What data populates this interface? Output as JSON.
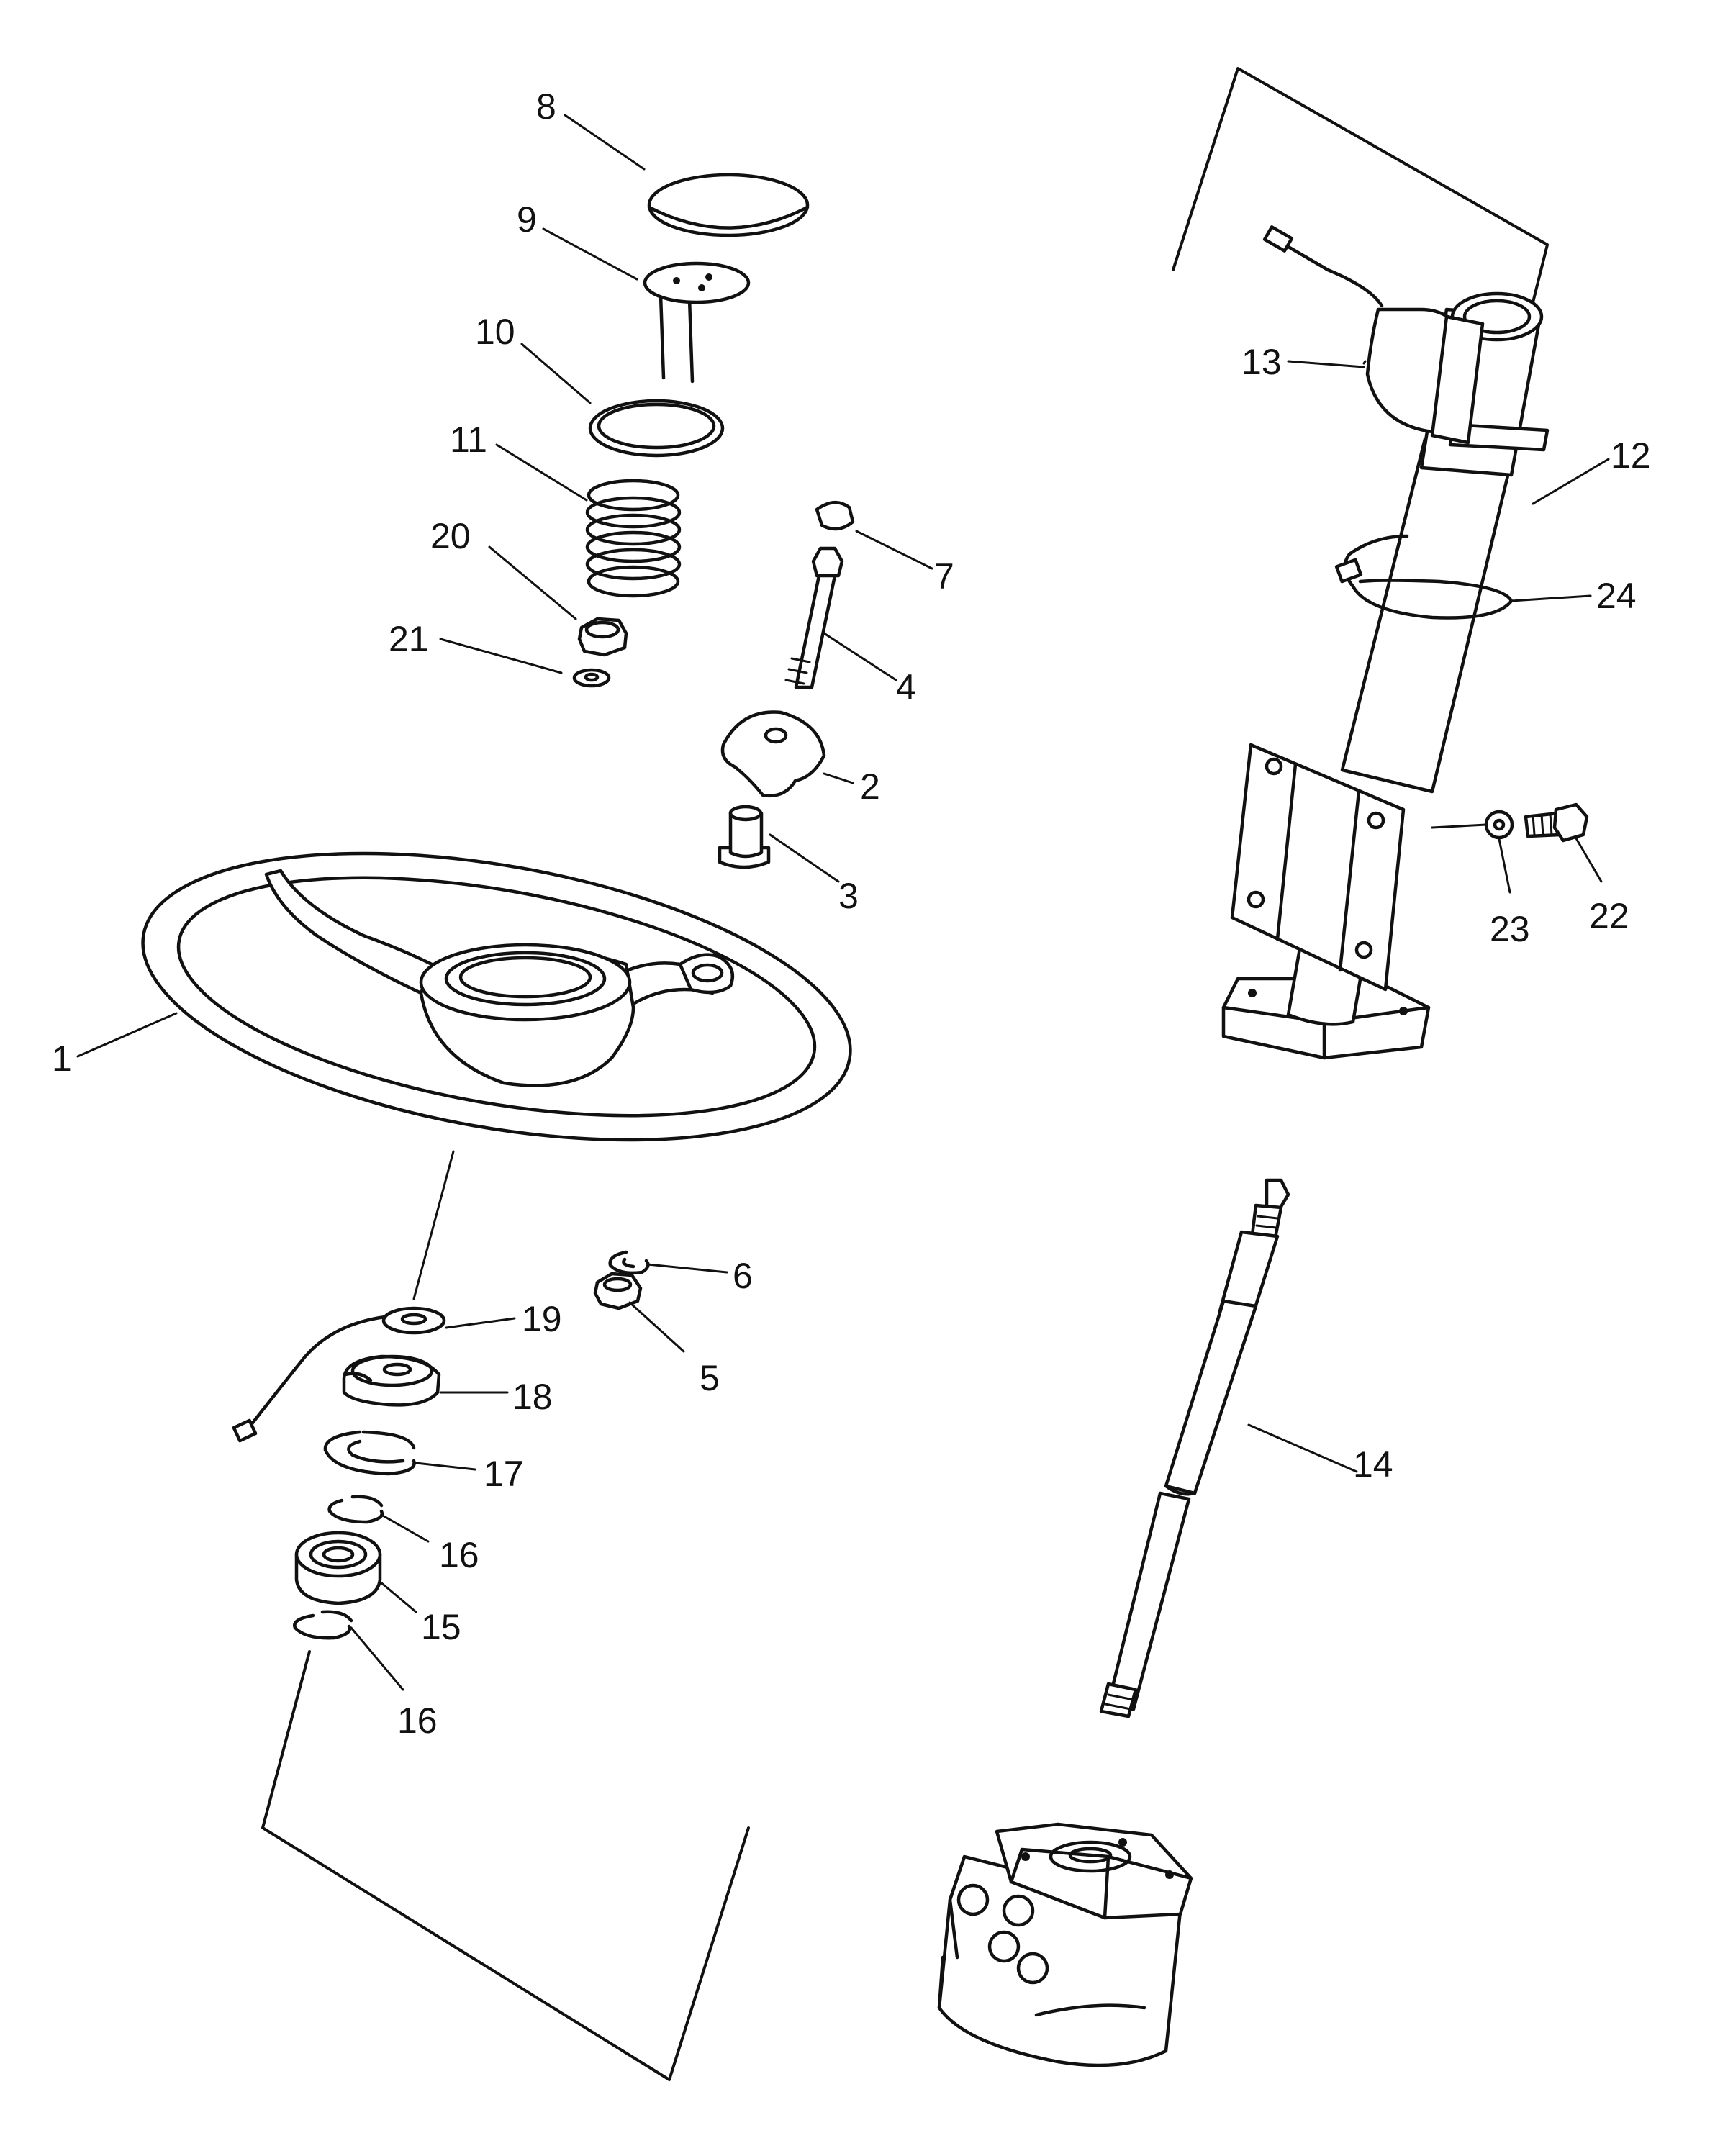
{
  "diagram": {
    "labels": [
      "1",
      "2",
      "3",
      "4",
      "5",
      "6",
      "7",
      "8",
      "9",
      "10",
      "11",
      "12",
      "13",
      "14",
      "15",
      "16",
      "16",
      "17",
      "18",
      "19",
      "20",
      "21",
      "22",
      "23",
      "24"
    ]
  }
}
